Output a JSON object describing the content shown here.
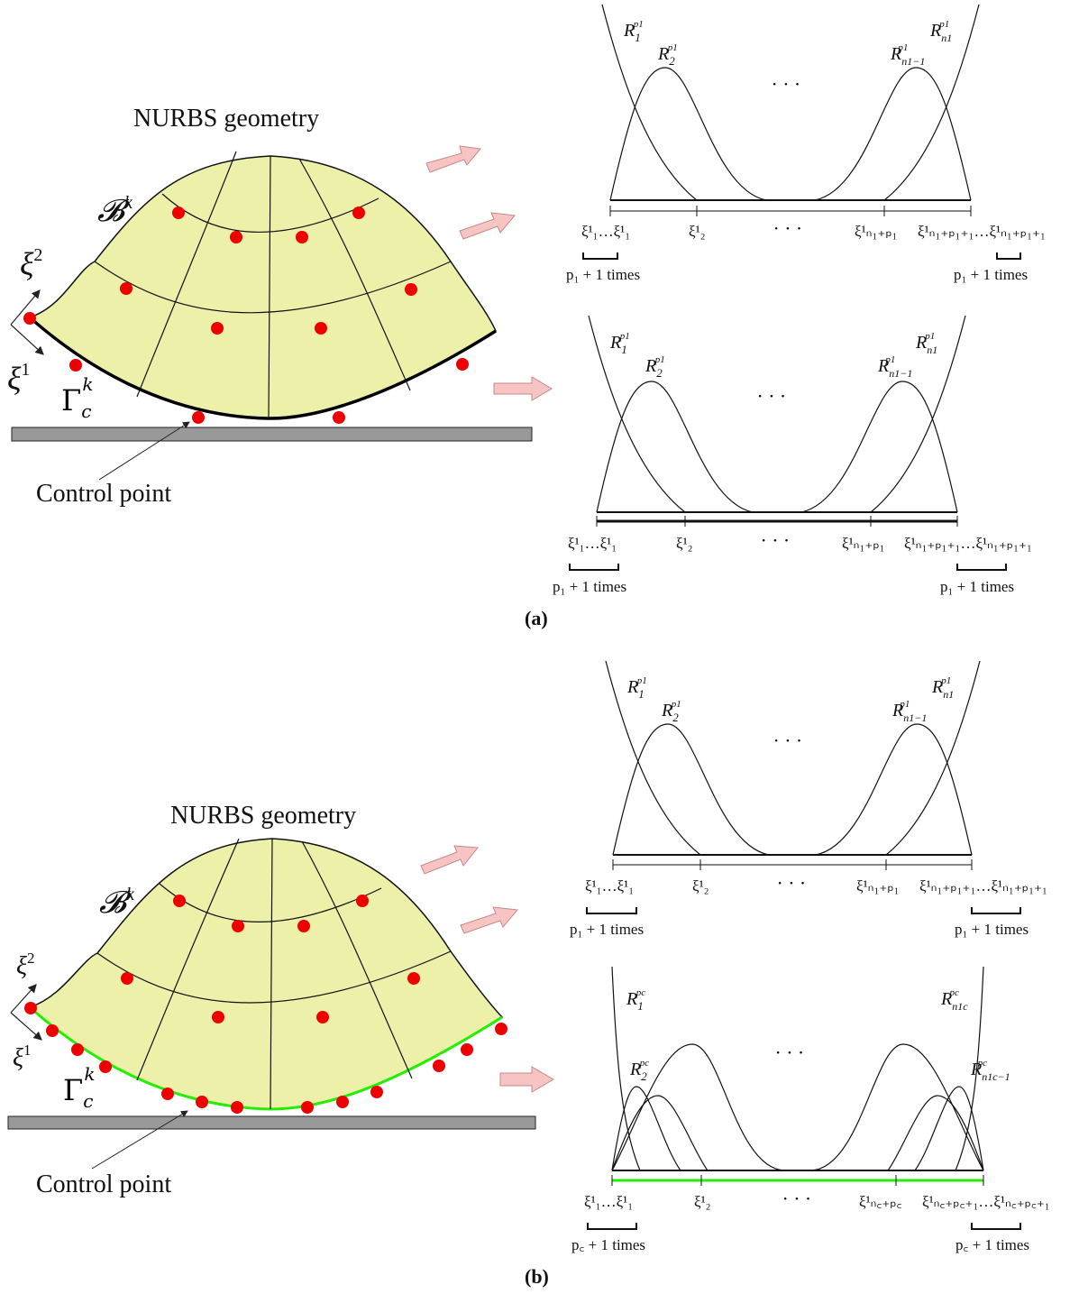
{
  "panels": [
    {
      "panel_label": "(a)",
      "geometry_title": "NURBS geometry",
      "body_label": "𝓑",
      "body_sup": "k",
      "xi2_label": "ξ",
      "xi2_sup": "2",
      "xi1_label": "ξ",
      "xi1_sup": "1",
      "gamma_label": "Γ",
      "gamma_sub": "c",
      "gamma_sup": "k",
      "control_point_label": "Control point",
      "plots": [
        {
          "basis_left_1": "R",
          "basis_left_1_sub": "1",
          "basis_left_1_sup": "p1",
          "basis_left_2": "R",
          "basis_left_2_sub": "2",
          "basis_left_2_sup": "p1",
          "basis_right_1": "R",
          "basis_right_1_sub": "n1",
          "basis_right_1_sup": "p1",
          "basis_right_2": "R",
          "basis_right_2_sub": "n1−1",
          "basis_right_2_sup": "p1",
          "dots": "· · ·",
          "knot_1": "ξ¹₁…ξ¹₁",
          "knot_2": "ξ¹₂",
          "knot_dots": "· · ·",
          "knot_3": "ξ¹ₙ₁₊ₚ₁",
          "knot_4": "ξ¹ₙ₁₊ₚ₁₊₁…ξ¹ₙ₁₊ₚ₁₊₁",
          "times_left": "p₁ + 1 times",
          "times_right": "p₁ + 1 times"
        },
        {
          "basis_left_1": "R",
          "basis_left_1_sub": "1",
          "basis_left_1_sup": "p1",
          "basis_left_2": "R",
          "basis_left_2_sub": "2",
          "basis_left_2_sup": "p1",
          "basis_right_1": "R",
          "basis_right_1_sub": "n1",
          "basis_right_1_sup": "p1",
          "basis_right_2": "R",
          "basis_right_2_sub": "n1−1",
          "basis_right_2_sup": "p1",
          "dots": "· · ·",
          "knot_1": "ξ¹₁…ξ¹₁",
          "knot_2": "ξ¹₂",
          "knot_dots": "· · ·",
          "knot_3": "ξ¹ₙ₁₊ₚ₁",
          "knot_4": "ξ¹ₙ₁₊ₚ₁₊₁…ξ¹ₙ₁₊ₚ₁₊₁",
          "times_left": "p₁ + 1 times",
          "times_right": "p₁ + 1 times"
        }
      ]
    },
    {
      "panel_label": "(b)",
      "geometry_title": "NURBS geometry",
      "body_label": "𝓑",
      "body_sup": "k",
      "xi2_label": "ξ",
      "xi2_sup": "2",
      "xi1_label": "ξ",
      "xi1_sup": "1",
      "gamma_label": "Γ",
      "gamma_sub": "c",
      "gamma_sup": "k",
      "control_point_label": "Control point",
      "plots": [
        {
          "basis_left_1": "R",
          "basis_left_1_sub": "1",
          "basis_left_1_sup": "p1",
          "basis_left_2": "R",
          "basis_left_2_sub": "2",
          "basis_left_2_sup": "p1",
          "basis_right_1": "R",
          "basis_right_1_sub": "n1",
          "basis_right_1_sup": "p1",
          "basis_right_2": "R",
          "basis_right_2_sub": "n1−1",
          "basis_right_2_sup": "p1",
          "dots": "· · ·",
          "knot_1": "ξ¹₁…ξ¹₁",
          "knot_2": "ξ¹₂",
          "knot_dots": "· · ·",
          "knot_3": "ξ¹ₙ₁₊ₚ₁",
          "knot_4": "ξ¹ₙ₁₊ₚ₁₊₁…ξ¹ₙ₁₊ₚ₁₊₁",
          "times_left": "p₁ + 1 times",
          "times_right": "p₁ + 1 times"
        },
        {
          "basis_left_1": "R",
          "basis_left_1_sub": "1",
          "basis_left_1_sup": "pc",
          "basis_left_2": "R",
          "basis_left_2_sub": "2",
          "basis_left_2_sup": "pc",
          "basis_right_1": "R",
          "basis_right_1_sub": "n1c",
          "basis_right_1_sup": "pc",
          "basis_right_2": "R",
          "basis_right_2_sub": "n1c−1",
          "basis_right_2_sup": "pc",
          "dots": "· · ·",
          "knot_1": "ξ¹₁…ξ¹₁",
          "knot_2": "ξ¹₂",
          "knot_dots": "· · ·",
          "knot_3": "ξ¹ₙ꜀₊ₚ꜀",
          "knot_4": "ξ¹ₙ꜀₊ₚ꜀₊₁…ξ¹ₙ꜀₊ₚ꜀₊₁",
          "times_left": "p꜀ + 1 times",
          "times_right": "p꜀ + 1 times"
        }
      ]
    }
  ],
  "colors": {
    "body_fill": "#ecf0a9",
    "control_point": "#ee0000",
    "contact_green": "#22ee00",
    "ground": "#999999",
    "arrow_fill": "#f7c4c4",
    "arrow_stroke": "#c88888"
  }
}
